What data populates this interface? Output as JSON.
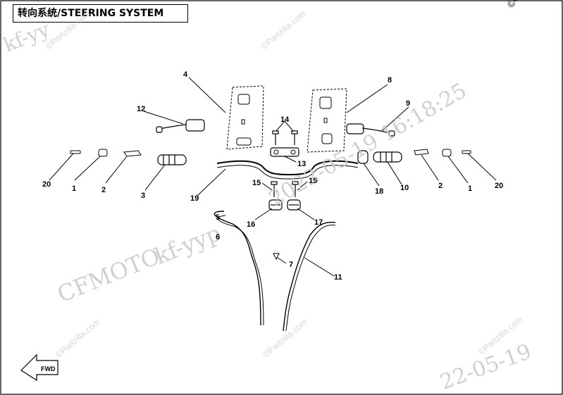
{
  "title": "转向系统/STEERING SYSTEM",
  "copyright": "©Partzilla.com",
  "callouts": {
    "c1_left": "1",
    "c1_right": "1",
    "c2_left": "2",
    "c2_right": "2",
    "c3": "3",
    "c4": "4",
    "c5": "5",
    "c6": "6",
    "c7": "7",
    "c8": "8",
    "c9": "9",
    "c10": "10",
    "c11": "11",
    "c12": "12",
    "c13": "13",
    "c14": "14",
    "c15_left": "15",
    "c15_right": "15",
    "c16": "16",
    "c17": "17",
    "c18": "18",
    "c19": "19",
    "c20_left": "20",
    "c20_right": "20"
  },
  "watermarks": {
    "brand": "CFMOTO",
    "user_left": "kf-yyp",
    "user_top": "kf-yy",
    "stamp_mid": "2022-05-19 16:18:25",
    "stamp_bottom": "22-05-19",
    "site": "©Partzilla.com"
  },
  "fwd_label": "FWD",
  "colors": {
    "line": "#000000",
    "watermark": "#c8c8c8",
    "background": "#ffffff"
  }
}
